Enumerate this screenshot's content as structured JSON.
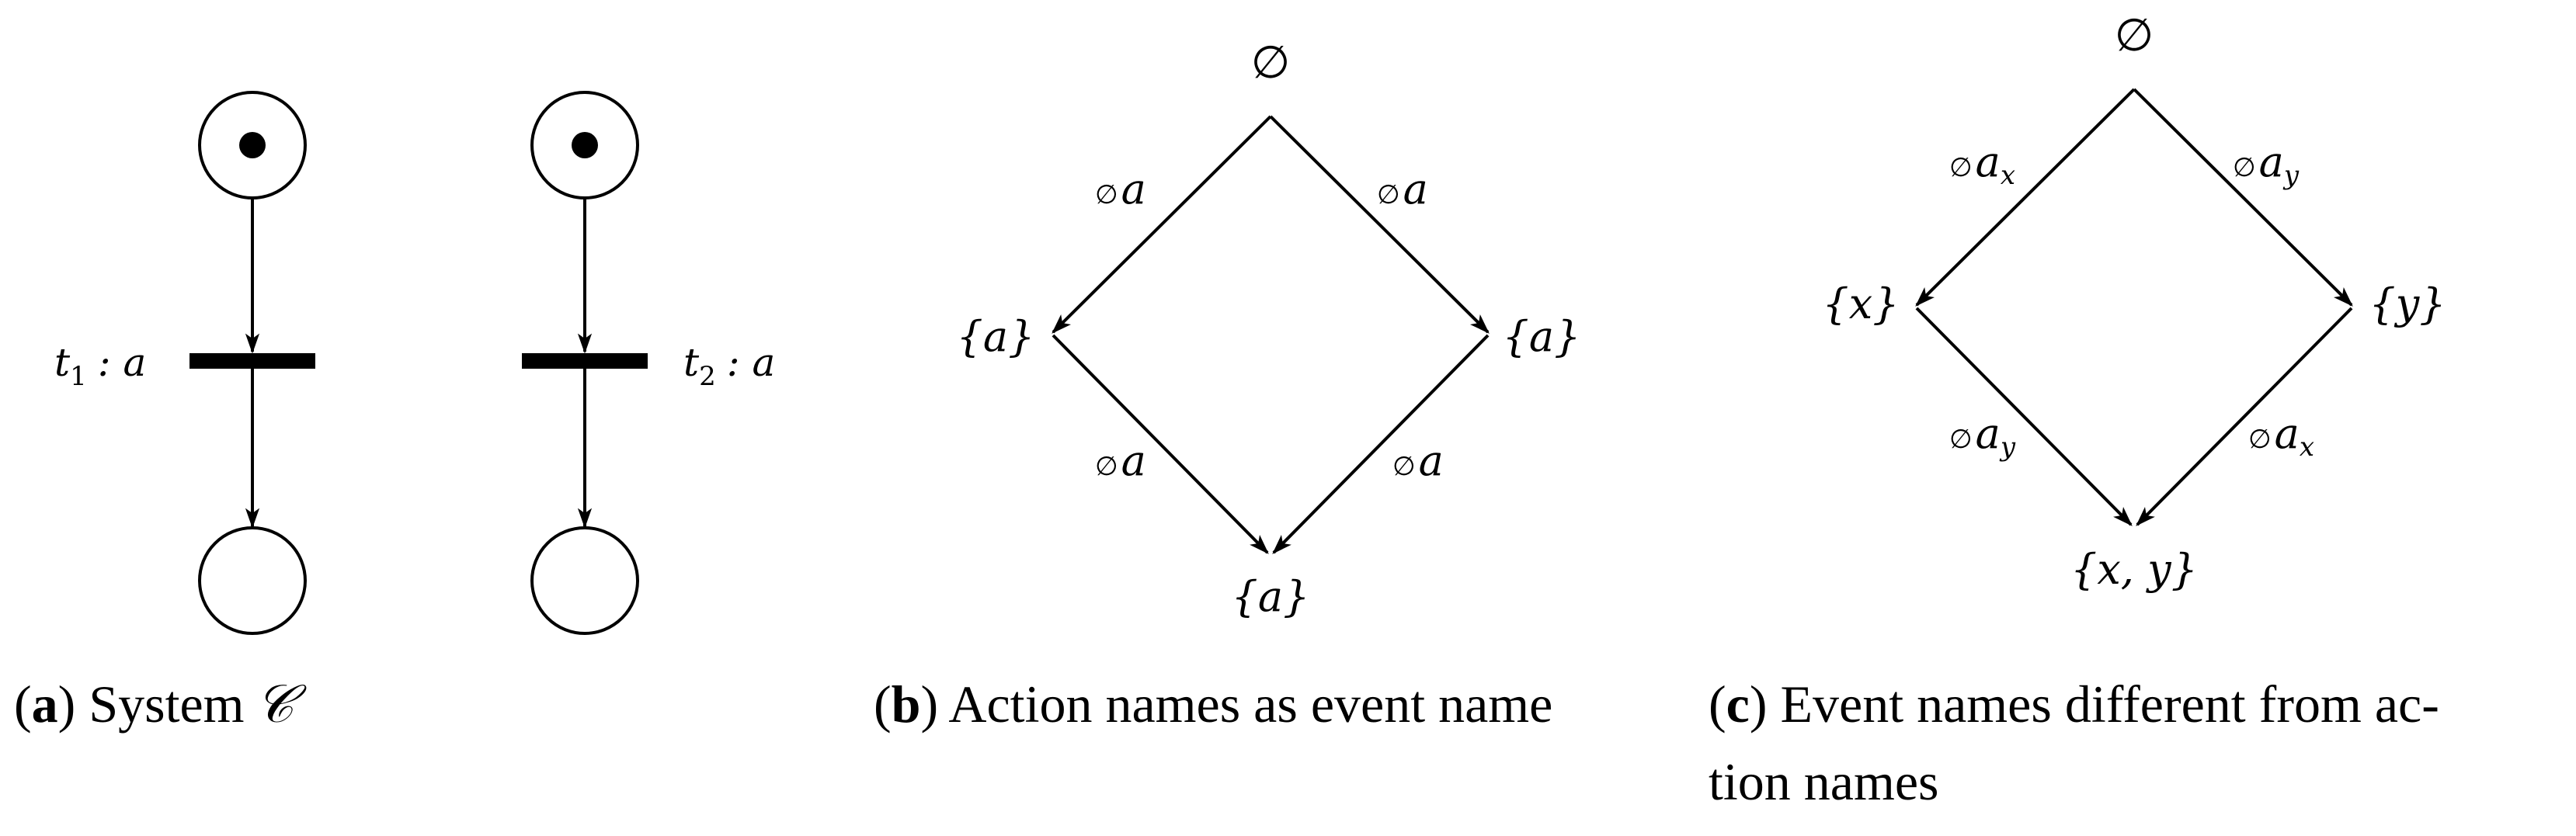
{
  "figure_a": {
    "left_transition_label": "t",
    "left_transition_subscript": "1",
    "left_transition_action": ": a",
    "right_transition_label": "t",
    "right_transition_subscript": "2",
    "right_transition_action": ": a",
    "caption_letter": "a",
    "caption_text": "System",
    "caption_symbol": "𝒞"
  },
  "figure_b": {
    "top_state": "∅",
    "left_state": "{a}",
    "right_state": "{a}",
    "bottom_state": "{a}",
    "edge_top_left": {
      "prefix": "∅",
      "action": "a"
    },
    "edge_top_right": {
      "prefix": "∅",
      "action": "a"
    },
    "edge_bottom_left": {
      "prefix": "∅",
      "action": "a"
    },
    "edge_bottom_right": {
      "prefix": "∅",
      "action": "a"
    },
    "caption_letter": "b",
    "caption_text": "Action names as event name"
  },
  "figure_c": {
    "top_state": "∅",
    "left_state": "{x}",
    "right_state": "{y}",
    "bottom_state": "{x, y}",
    "edge_top_left": {
      "prefix": "∅",
      "action": "a",
      "sub": "x"
    },
    "edge_top_right": {
      "prefix": "∅",
      "action": "a",
      "sub": "y"
    },
    "edge_bottom_left": {
      "prefix": "∅",
      "action": "a",
      "sub": "y"
    },
    "edge_bottom_right": {
      "prefix": "∅",
      "action": "a",
      "sub": "x"
    },
    "caption_letter": "c",
    "caption_line1": "Event names different from ac-",
    "caption_line2": "tion names"
  }
}
